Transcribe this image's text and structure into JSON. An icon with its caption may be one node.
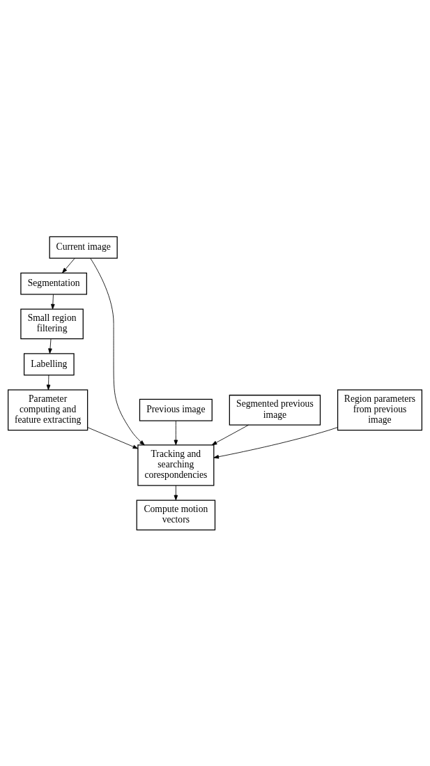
{
  "diagram": {
    "nodes": [
      {
        "text": [
          "Current image"
        ]
      },
      {
        "text": [
          "Segmentation"
        ]
      },
      {
        "text": [
          "Small region filtering"
        ]
      },
      {
        "text": [
          "Labelling"
        ]
      },
      {
        "text": [
          "Parameter computing and feature extracting"
        ]
      },
      {
        "text": [
          "Tracking and searching corespondencies"
        ]
      },
      {
        "text": [
          "Compute motion vectors"
        ]
      },
      {
        "text": [
          "Previous image"
        ]
      },
      {
        "text": [
          "Segmented previous image"
        ]
      },
      {
        "text": [
          "Region parameters from previous image"
        ]
      }
    ],
    "edges": [
      {
        "from": 0,
        "to": 1,
        "arrow": "to"
      },
      {
        "from": 1,
        "to": 2,
        "arrow": "to"
      },
      {
        "from": 2,
        "to": 3,
        "arrow": "to"
      },
      {
        "from": 3,
        "to": 4,
        "arrow": "to"
      },
      {
        "from": 4,
        "to": 5,
        "arrow": "to"
      },
      {
        "from": 0,
        "to": 5,
        "arrow": "to"
      },
      {
        "from": 5,
        "to": 6,
        "arrow": "to"
      },
      {
        "from": 9,
        "to": 5,
        "arrow": "to"
      },
      {
        "from": 8,
        "to": 5,
        "arrow": "to"
      },
      {
        "from": 7,
        "to": 5,
        "arrow": "to"
      }
    ]
  }
}
